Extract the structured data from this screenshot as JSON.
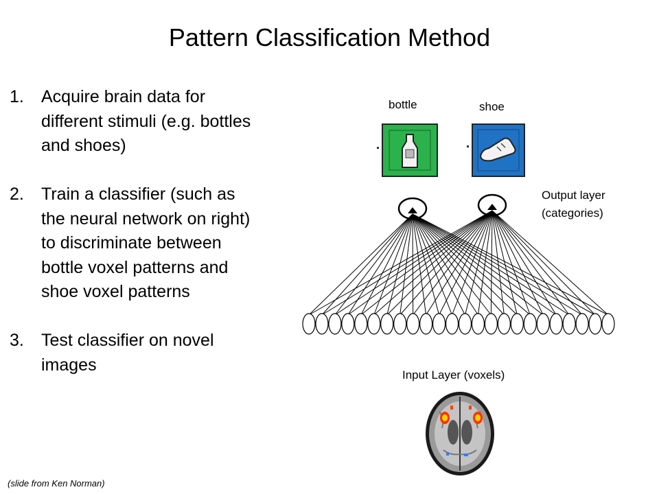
{
  "title": "Pattern Classification Method",
  "steps": [
    {
      "number": "1.",
      "text": "Acquire brain data for different stimuli (e.g. bottles and shoes)"
    },
    {
      "number": "2.",
      "text": "Train a classifier (such as the neural network on right) to discriminate between bottle voxel patterns and shoe voxel patterns"
    },
    {
      "number": "3.",
      "text": "Test classifier on novel images"
    }
  ],
  "credit": "(slide from Ken Norman)",
  "diagram": {
    "category_labels": [
      "bottle",
      "shoe"
    ],
    "output_layer_label": [
      "Output layer",
      "(categories)"
    ],
    "input_layer_label": "Input Layer (voxels)",
    "output_node_count": 2,
    "input_node_count": 24,
    "colors": {
      "bottle_card": "#2bb24c",
      "shoe_card": "#2072c4",
      "lines": "#000000"
    },
    "icons": [
      "bottle-icon",
      "shoe-icon",
      "brain-scan-image"
    ]
  }
}
